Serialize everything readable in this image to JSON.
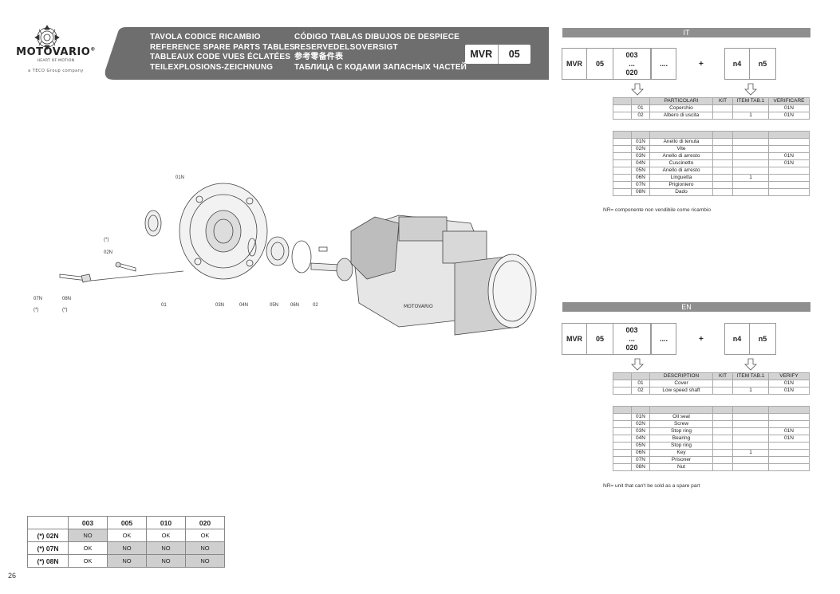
{
  "header": {
    "brand": "MOTOVARIO",
    "brand_mark": "®",
    "tagline": "HEART OF MOTION",
    "group_note": "a TECO Group company",
    "titles_col1": [
      "TAVOLA CODICE RICAMBIO",
      "REFERENCE SPARE PARTS TABLES",
      "TABLEAUX CODE VUES ÉCLATÉES",
      "TEILEXPLOSIONS-ZEICHNUNG"
    ],
    "titles_col2": [
      "CÓDIGO TABLAS DIBUJOS DE DESPIECE",
      "RESERVEDELSOVERSIGT",
      "参考零备件表",
      "ТАБЛИЦА С КОДАМИ ЗАПАСНЫХ ЧАСТЕЙ"
    ],
    "product_code": "MVR",
    "product_size": "05",
    "band_color": "#6e6e6e"
  },
  "sections": {
    "it": {
      "label": "IT",
      "code": {
        "c1": "MVR",
        "c2": "05",
        "c3a": "003",
        "c3b": "...",
        "c3c": "020",
        "c4": "....",
        "plus": "+",
        "c5": "n4",
        "c6": "n5"
      },
      "headers": [
        "",
        "PARTICOLARI",
        "KIT",
        "ITEM TAB.1",
        "VERIFICARE"
      ],
      "rows": [
        [
          "01",
          "Coperchio",
          "",
          "",
          "01N"
        ],
        [
          "02",
          "Albero di uscita",
          "",
          "1",
          "01N"
        ]
      ],
      "rows_n": [
        [
          "01N",
          "Anello di tenuta",
          "",
          "",
          ""
        ],
        [
          "02N",
          "Vite",
          "",
          "",
          ""
        ],
        [
          "03N",
          "Anello di arresto",
          "",
          "",
          "01N"
        ],
        [
          "04N",
          "Cuscinetto",
          "",
          "",
          "01N"
        ],
        [
          "05N",
          "Anello di arresto",
          "",
          "",
          ""
        ],
        [
          "06N",
          "Linguetta",
          "",
          "1",
          ""
        ],
        [
          "07N",
          "Prigioniero",
          "",
          "",
          ""
        ],
        [
          "08N",
          "Dado",
          "",
          "",
          ""
        ]
      ],
      "note": "NR= componente non vendibile come ricambio"
    },
    "en": {
      "label": "EN",
      "code": {
        "c1": "MVR",
        "c2": "05",
        "c3a": "003",
        "c3b": "...",
        "c3c": "020",
        "c4": "....",
        "plus": "+",
        "c5": "n4",
        "c6": "n5"
      },
      "headers": [
        "",
        "DESCRIPTION",
        "KIT",
        "ITEM TAB.1",
        "VERIFY"
      ],
      "rows": [
        [
          "01",
          "Cover",
          "",
          "",
          "01N"
        ],
        [
          "02",
          "Low speed shaft",
          "",
          "1",
          "01N"
        ]
      ],
      "rows_n": [
        [
          "01N",
          "Oil seal",
          "",
          "",
          ""
        ],
        [
          "02N",
          "Screw",
          "",
          "",
          ""
        ],
        [
          "03N",
          "Stop ring",
          "",
          "",
          "01N"
        ],
        [
          "04N",
          "Bearing",
          "",
          "",
          "01N"
        ],
        [
          "05N",
          "Stop ring",
          "",
          "",
          ""
        ],
        [
          "06N",
          "Key",
          "",
          "1",
          ""
        ],
        [
          "07N",
          "Prisoner",
          "",
          "",
          ""
        ],
        [
          "08N",
          "Nut",
          "",
          "",
          ""
        ]
      ],
      "note": "NR= unit that can't be sold as a spare part"
    }
  },
  "drawing": {
    "callouts": [
      "01N",
      "(*)",
      "02N",
      "07N",
      "(*)",
      "08N",
      "(*)",
      "01",
      "03N",
      "04N",
      "05N",
      "06N",
      "02"
    ],
    "motor_label": "MOTOVARIO"
  },
  "availability_table": {
    "columns": [
      "",
      "003",
      "005",
      "010",
      "020"
    ],
    "rows": [
      [
        "(*) 02N",
        "NO",
        "OK",
        "OK",
        "OK"
      ],
      [
        "(*) 07N",
        "OK",
        "NO",
        "NO",
        "NO"
      ],
      [
        "(*) 08N",
        "OK",
        "NO",
        "NO",
        "NO"
      ]
    ]
  },
  "page_number": "26"
}
